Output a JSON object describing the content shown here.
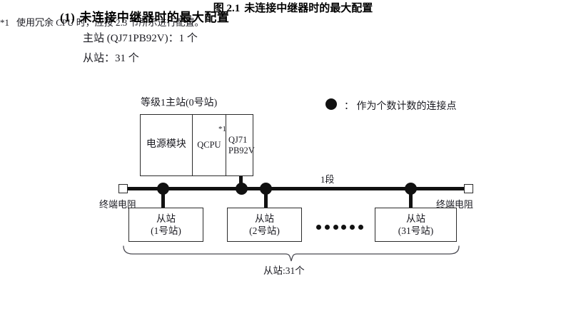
{
  "heading": {
    "number": "(1)",
    "title": "未连接中继器时的最大配置"
  },
  "spec": {
    "master_line": "主站 (QJ71PB92V)：1 个",
    "slave_line": "从站：31 个"
  },
  "legend": {
    "symbol": "filled-circle",
    "text": "： 作为个数计数的连接点"
  },
  "diagram": {
    "master_caption": "等级1主站(0号站)",
    "master_rack": {
      "power_module": "电源模块",
      "cpu": "QCPU",
      "cpu_note": "*1",
      "network_line1": "QJ71",
      "network_line2": "PB92V"
    },
    "segment_label": "1段",
    "terminator_left_label": "终端电阻",
    "terminator_right_label": "终端电阻",
    "slaves": [
      {
        "name": "从站",
        "station": "(1号站)"
      },
      {
        "name": "从站",
        "station": "(2号站)"
      },
      {
        "name": "从站",
        "station": "(31号站)"
      }
    ],
    "ellipsis_dot_count": 6,
    "brace_total": "从站:31个"
  },
  "figure": {
    "number": "图 2.1",
    "caption": "未连接中继器时的最大配置"
  },
  "footnote": {
    "mark": "*1",
    "text": "使用冗余 CPU 时，应按 2.3 节所示进行配置。"
  },
  "colors": {
    "ink": "#1b1b22",
    "line": "#111111",
    "box_border": "#2b2b2b",
    "page": "#ffffff"
  }
}
